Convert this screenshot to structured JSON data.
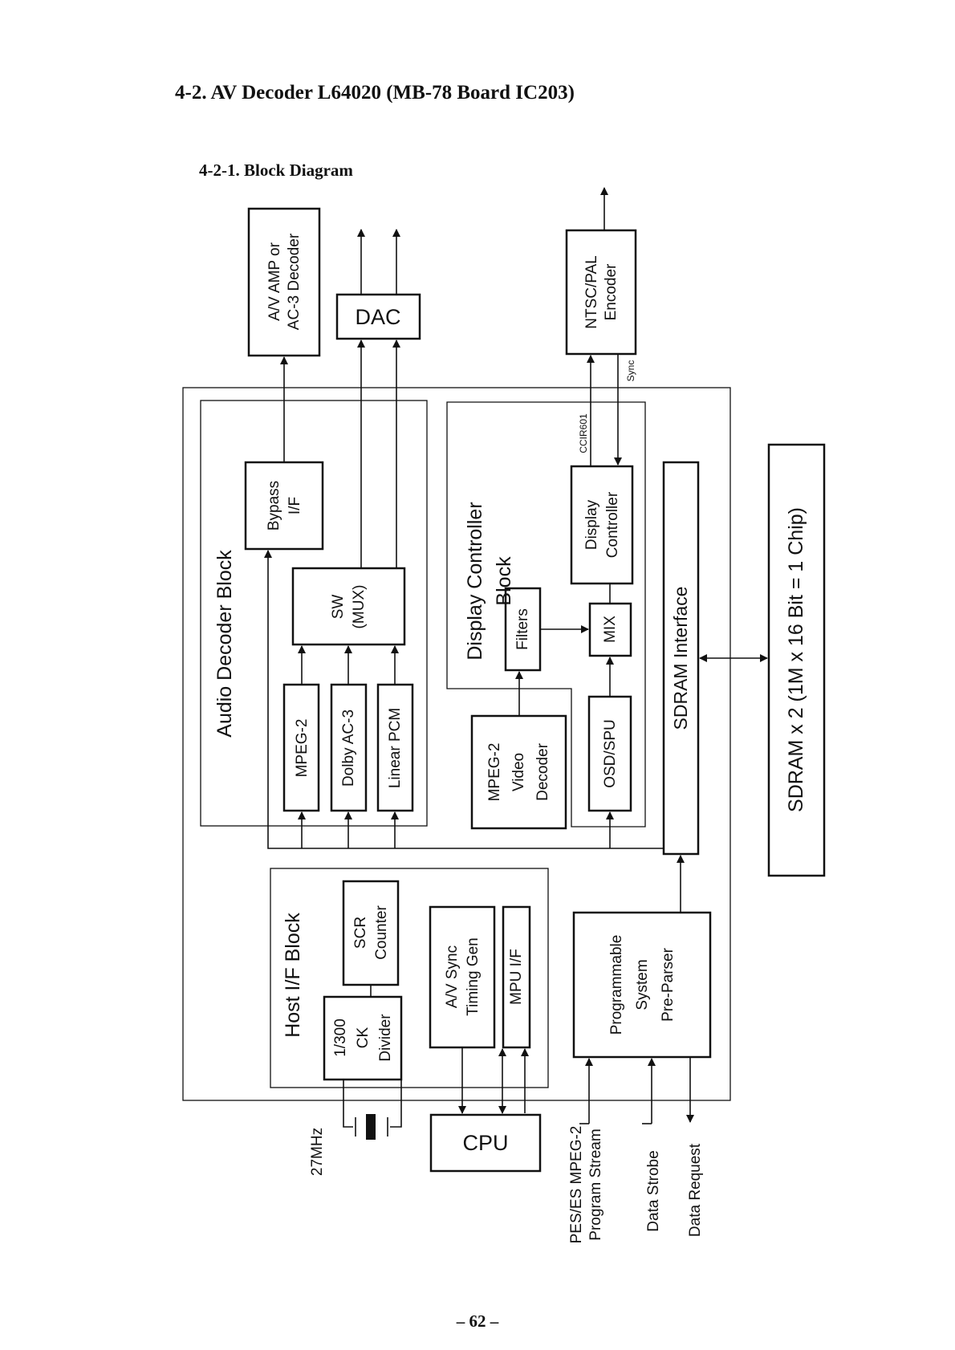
{
  "header": {
    "title": "4-2. AV Decoder L64020 (MB-78 Board IC203)",
    "subtitle": "4-2-1. Block Diagram"
  },
  "blocks": {
    "av_amp": [
      "A/V AMP or",
      "AC-3 Decoder"
    ],
    "dac": [
      "DAC"
    ],
    "ntsc_pal": [
      "NTSC/PAL",
      "Encoder"
    ],
    "audio_block": [
      "Audio Decoder Block"
    ],
    "bypass": [
      "Bypass",
      "I/F"
    ],
    "sw_mux": [
      "SW",
      "(MUX)"
    ],
    "mpeg2_audio": [
      "MPEG-2"
    ],
    "dolby_ac3": [
      "Dolby AC-3"
    ],
    "linear_pcm": [
      "Linear PCM"
    ],
    "display_block": [
      "Display Controller",
      "Block"
    ],
    "display_ctrl": [
      "Display",
      "Controller"
    ],
    "filters": [
      "Filters"
    ],
    "mix": [
      "MIX"
    ],
    "osd_spu": [
      "OSD/SPU"
    ],
    "video_decoder": [
      "MPEG-2",
      "Video",
      "Decoder"
    ],
    "sdram_if": [
      "SDRAM Interface"
    ],
    "sdram": [
      "SDRAM x 2 (1M x 16 Bit = 1 Chip)"
    ],
    "host_block": [
      "Host I/F Block"
    ],
    "scr_counter": [
      "SCR",
      "Counter"
    ],
    "ck_divider": [
      "1/300",
      "CK",
      "Divider"
    ],
    "av_sync": [
      "A/V Sync",
      "Timing Gen"
    ],
    "mpu_if": [
      "MPU I/F"
    ],
    "preparser": [
      "Programmable",
      "System",
      "Pre-Parser"
    ],
    "cpu": [
      "CPU"
    ]
  },
  "labels": {
    "ccir": "CCIR601",
    "sync": "Sync",
    "crystal": "27MHz",
    "pes": [
      "PES/ES MPEG-2",
      "Program Stream"
    ],
    "strobe": "Data Strobe",
    "request": "Data Request"
  },
  "footer": {
    "page": "– 62 –"
  }
}
